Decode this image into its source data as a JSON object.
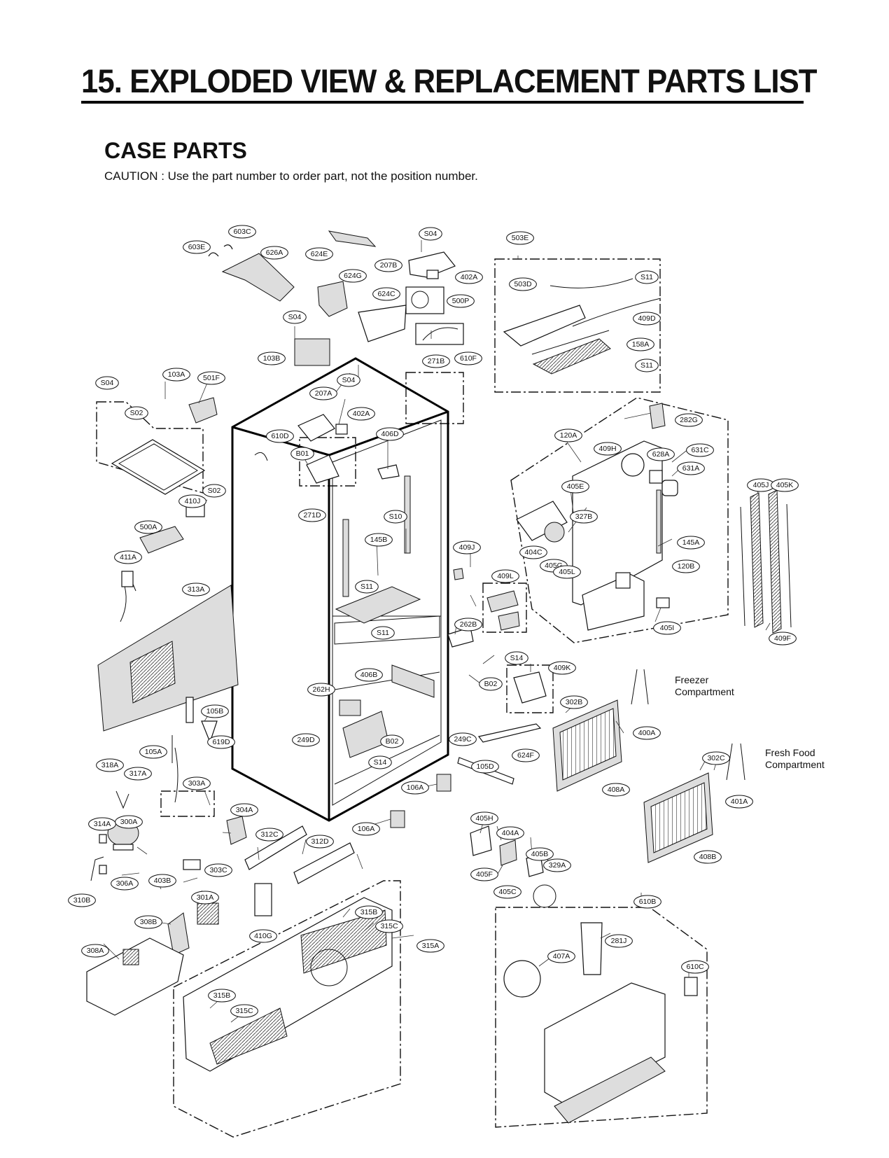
{
  "header": {
    "title": "15. EXPLODED VIEW & REPLACEMENT PARTS LIST",
    "section": "CASE PARTS",
    "caution": "CAUTION : Use the part number to order part, not the position number."
  },
  "notes": {
    "freezer": [
      "Freezer",
      "Compartment"
    ],
    "fresh_food": [
      "Fresh Food",
      "Compartment"
    ]
  },
  "labels": [
    "603C",
    "603E",
    "626A",
    "624E",
    "S04",
    "503E",
    "207B",
    "402A",
    "624G",
    "503D",
    "S11",
    "624C",
    "500P",
    "S04",
    "409D",
    "610F",
    "103B",
    "158A",
    "271B",
    "S11",
    "S04",
    "103A",
    "501F",
    "S04",
    "S02",
    "207A",
    "402A",
    "406D",
    "610D",
    "B01",
    "282G",
    "120A",
    "409H",
    "628A",
    "631C",
    "631A",
    "405E",
    "405J",
    "405K",
    "S02",
    "410J",
    "271D",
    "S10",
    "327B",
    "500A",
    "145B",
    "409J",
    "145A",
    "411A",
    "404C",
    "405G",
    "405L",
    "120B",
    "409L",
    "313A",
    "S11",
    "S11",
    "262B",
    "405I",
    "409F",
    "S14",
    "409K",
    "406B",
    "B02",
    "262H",
    "Freezer",
    "302B",
    "105B",
    "400A",
    "249D",
    "B02",
    "249C",
    "619D",
    "105A",
    "624F",
    "302C",
    "318A",
    "S14",
    "105D",
    "317A",
    "303A",
    "106A",
    "401A",
    "304A",
    "405H",
    "404A",
    "314A",
    "300A",
    "106A",
    "312C",
    "312D",
    "408B",
    "405B",
    "329A",
    "303C",
    "306A",
    "403B",
    "405F",
    "405C",
    "310B",
    "301A",
    "610B",
    "315B",
    "308B",
    "315C",
    "315A",
    "281J",
    "410G",
    "308A",
    "407A",
    "610C",
    "315B",
    "315C",
    "408A"
  ]
}
